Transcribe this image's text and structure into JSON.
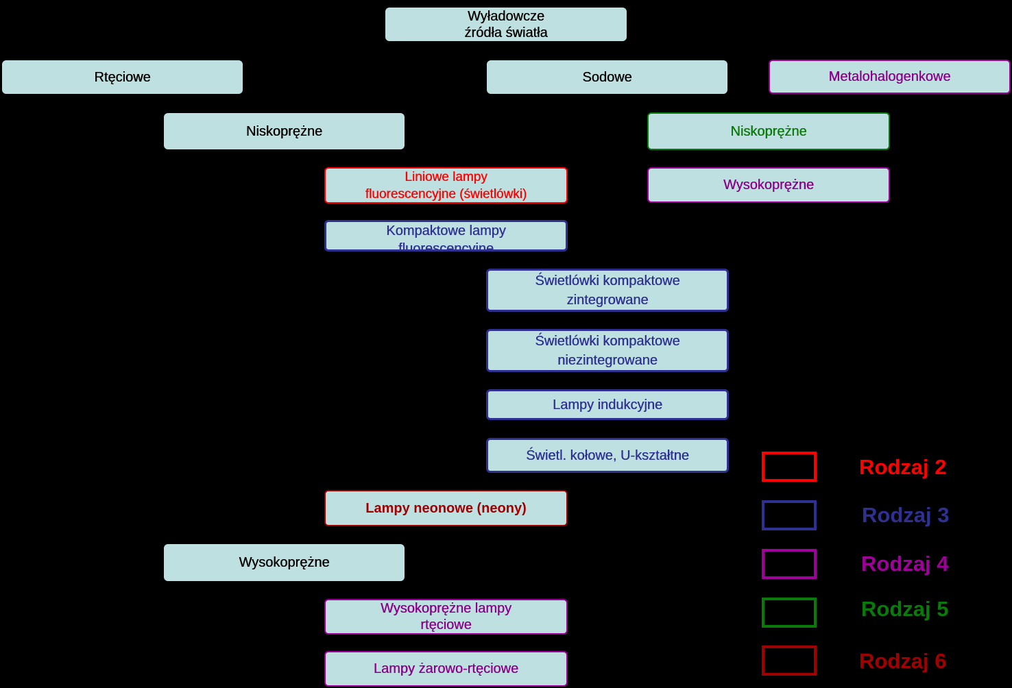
{
  "nodes": {
    "root": [
      "Wyładowcze",
      "źródła światła"
    ],
    "rteciowe": [
      "Rtęciowe"
    ],
    "sodowe": [
      "Sodowe"
    ],
    "metalo": [
      "Metalohalogenkowe"
    ],
    "nisko_r": [
      "Niskoprężne"
    ],
    "nisko_s": [
      "Niskoprężne"
    ],
    "liniowe": [
      "Liniowe lampy",
      "fluorescencyjne (świetlówki)"
    ],
    "wysoko_s": [
      "Wysokoprężne"
    ],
    "kompaktowe": [
      "Kompaktowe lampy",
      "fluorescencyjne"
    ],
    "swiet_zint": [
      "Świetlówki kompaktowe",
      "zintegrowane"
    ],
    "swiet_niez": [
      "Świetlówki kompaktowe",
      "niezintegrowane"
    ],
    "indukcyjne": [
      "Lampy indukcyjne"
    ],
    "kolowe": [
      "Świetl. kołowe, U-kształtne"
    ],
    "neonowe": [
      "Lampy neonowe (neony)"
    ],
    "wysoko_r": [
      "Wysokoprężne"
    ],
    "wys_lampy": [
      "Wysokoprężne lampy",
      "rtęciowe"
    ],
    "zarowo": [
      "Lampy żarowo-rtęciowe"
    ]
  },
  "legend": [
    {
      "label": "Rodzaj 2",
      "color": "#ff0000"
    },
    {
      "label": "Rodzaj 3",
      "color": "#2e3192"
    },
    {
      "label": "Rodzaj 4",
      "color": "#a0009a"
    },
    {
      "label": "Rodzaj 5",
      "color": "#0a7a0a"
    },
    {
      "label": "Rodzaj 6",
      "color": "#a00000"
    }
  ]
}
